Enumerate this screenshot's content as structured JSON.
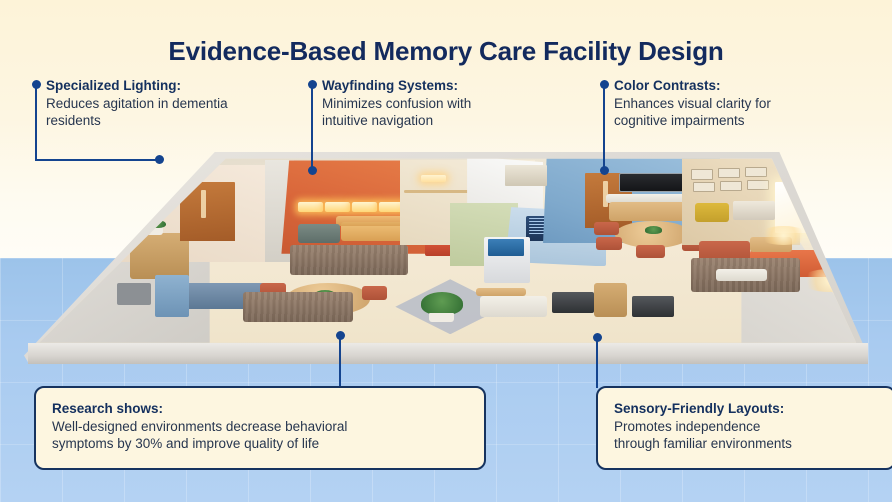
{
  "page": {
    "title": "Evidence-Based Memory Care Facility Design",
    "colors": {
      "accent_blue": "#14448f",
      "title_navy": "#132a5e",
      "body_navy": "#27364f",
      "bg_cream": "#fdf6e2",
      "bg_blue": "#a9cbf0",
      "box_fill": "#fdf6e0",
      "box_border": "#16335f"
    }
  },
  "callouts": {
    "top": [
      {
        "title": "Specialized Lighting:",
        "body": "Reduces agitation in dementia residents",
        "body_line1": "Reduces agitation in dementia",
        "body_line2": "residents",
        "dot_icon": "bullet-dot-icon"
      },
      {
        "title": "Wayfinding Systems:",
        "body": "Minimizes confusion with intuitive navigation",
        "body_line1": "Minimizes confusion with",
        "body_line2": "intuitive navigation",
        "dot_icon": "bullet-dot-icon"
      },
      {
        "title": "Color Contrasts:",
        "body": "Enhances visual clarity for cognitive impairments",
        "body_line1": "Enhances visual clarity for",
        "body_line2": "cognitive impairments",
        "dot_icon": "bullet-dot-icon"
      }
    ],
    "bottom": [
      {
        "title": "Research shows:",
        "body": "Well-designed environments decrease behavioral symptoms by 30% and improve quality of life",
        "body_line1": "Well-designed environments decrease behavioral",
        "body_line2": "symptoms by 30% and improve quality of life",
        "stat": "30%"
      },
      {
        "title": "Sensory-Friendly Layouts:",
        "body": "Promotes independence through familiar environments",
        "body_line1": "Promotes independence",
        "body_line2": "through familiar environments"
      }
    ]
  },
  "illustration": {
    "name": "isometric-memory-care-floorplan",
    "description": "Cutaway 3D isometric render of a memory care facility floor",
    "zones": [
      "resident-room",
      "corridor",
      "lounge-with-lighting-cove",
      "nurses-station",
      "wayfinding-kiosk",
      "dining-area",
      "tv-lounge",
      "sensory-lounge"
    ]
  }
}
